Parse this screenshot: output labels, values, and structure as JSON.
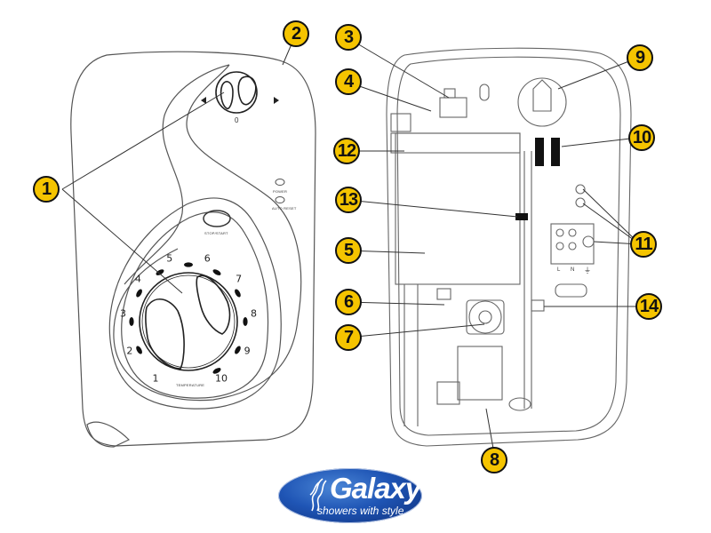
{
  "brand": {
    "name": "Galaxy",
    "tagline": "showers with style",
    "colors": {
      "logo_blue": "#1f55b5",
      "callout_yellow": "#f5c400",
      "line": "#555555"
    }
  },
  "front_unit": {
    "indicators": [
      {
        "label": "POWER"
      },
      {
        "label": "AUTO RESET"
      }
    ],
    "stop_start_label": "STOP/START",
    "flow_knob_scale_label": "0",
    "temperature_dial": {
      "label": "TEMPERATURE",
      "numbers": [
        "1",
        "2",
        "3",
        "4",
        "5",
        "6",
        "7",
        "8",
        "9",
        "10"
      ]
    }
  },
  "internal_unit": {
    "terminal_labels": [
      "L",
      "N"
    ],
    "earth_symbol": "⏚"
  },
  "callouts": [
    {
      "number": "1"
    },
    {
      "number": "2"
    },
    {
      "number": "3"
    },
    {
      "number": "4"
    },
    {
      "number": "5"
    },
    {
      "number": "6"
    },
    {
      "number": "7"
    },
    {
      "number": "8"
    },
    {
      "number": "9"
    },
    {
      "number": "10"
    },
    {
      "number": "11"
    },
    {
      "number": "12"
    },
    {
      "number": "13"
    },
    {
      "number": "14"
    }
  ]
}
